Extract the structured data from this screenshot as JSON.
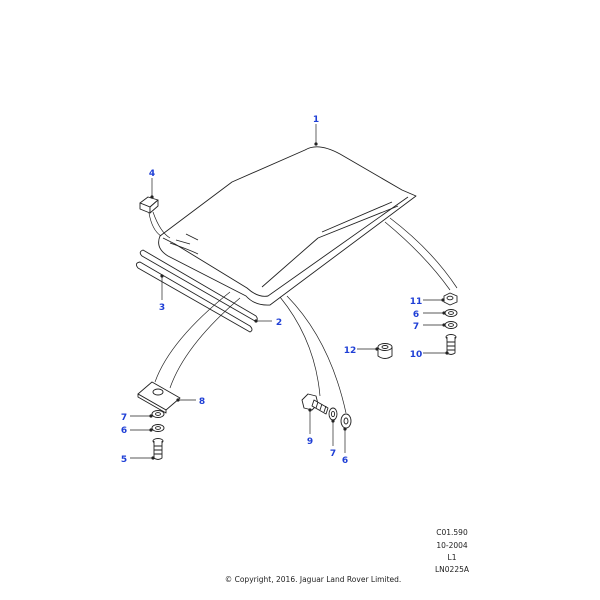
{
  "callouts": {
    "c1": "1",
    "c2": "2",
    "c3": "3",
    "c4": "4",
    "c5": "5",
    "c6a": "6",
    "c6b": "6",
    "c6c": "6",
    "c7a": "7",
    "c7b": "7",
    "c7c": "7",
    "c8": "8",
    "c9": "9",
    "c10": "10",
    "c11": "11",
    "c12": "12"
  },
  "footer": {
    "ref": "C01.590",
    "date": "10-2004",
    "level": "L1",
    "code": "LN0225A",
    "copyright": "© Copyright, 2016. Jaguar Land Rover Limited."
  },
  "colors": {
    "callout": "#1f3fd6",
    "line": "#222222"
  }
}
